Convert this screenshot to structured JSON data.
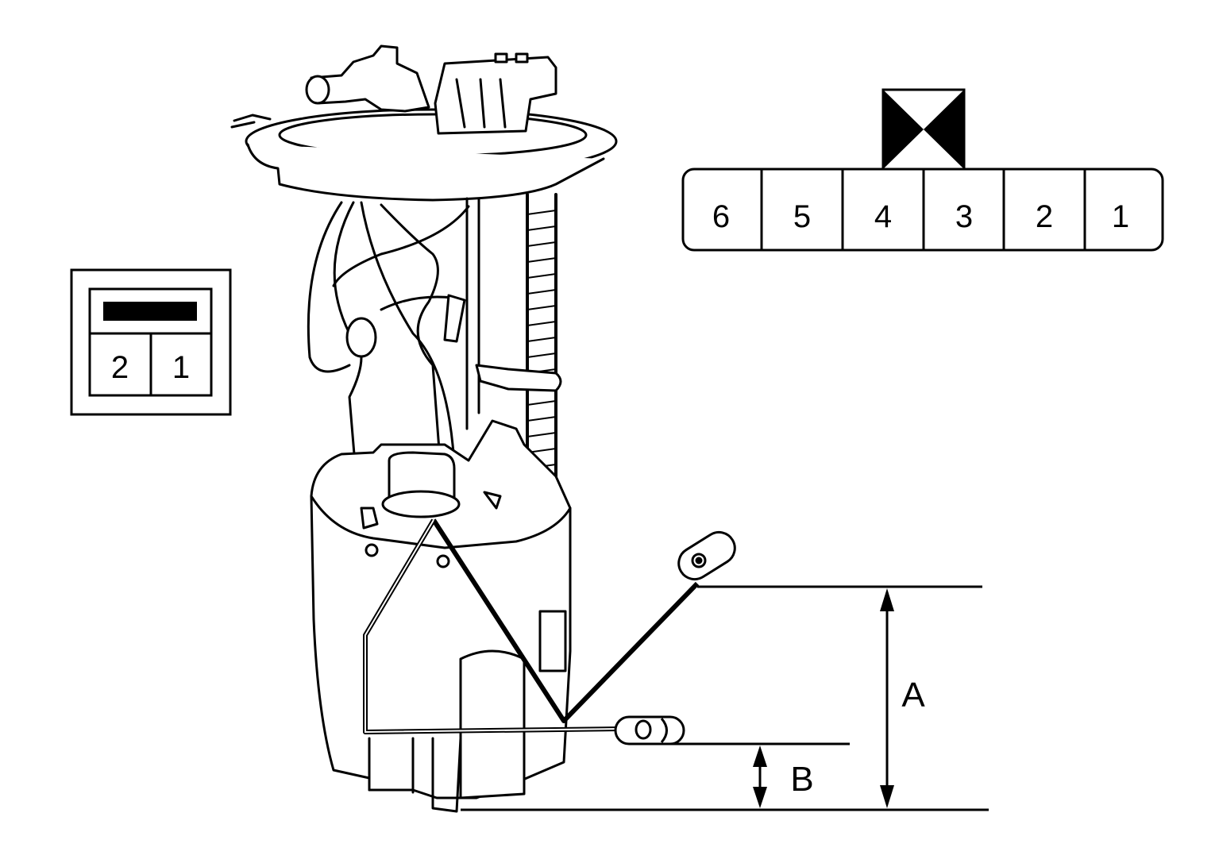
{
  "connector_6pin": {
    "pins": [
      "6",
      "5",
      "4",
      "3",
      "2",
      "1"
    ]
  },
  "connector_2pin": {
    "pins": [
      "2",
      "1"
    ]
  },
  "dimensions": {
    "a_label": "A",
    "b_label": "B"
  },
  "colors": {
    "line": "#000000",
    "fill": "#ffffff"
  }
}
